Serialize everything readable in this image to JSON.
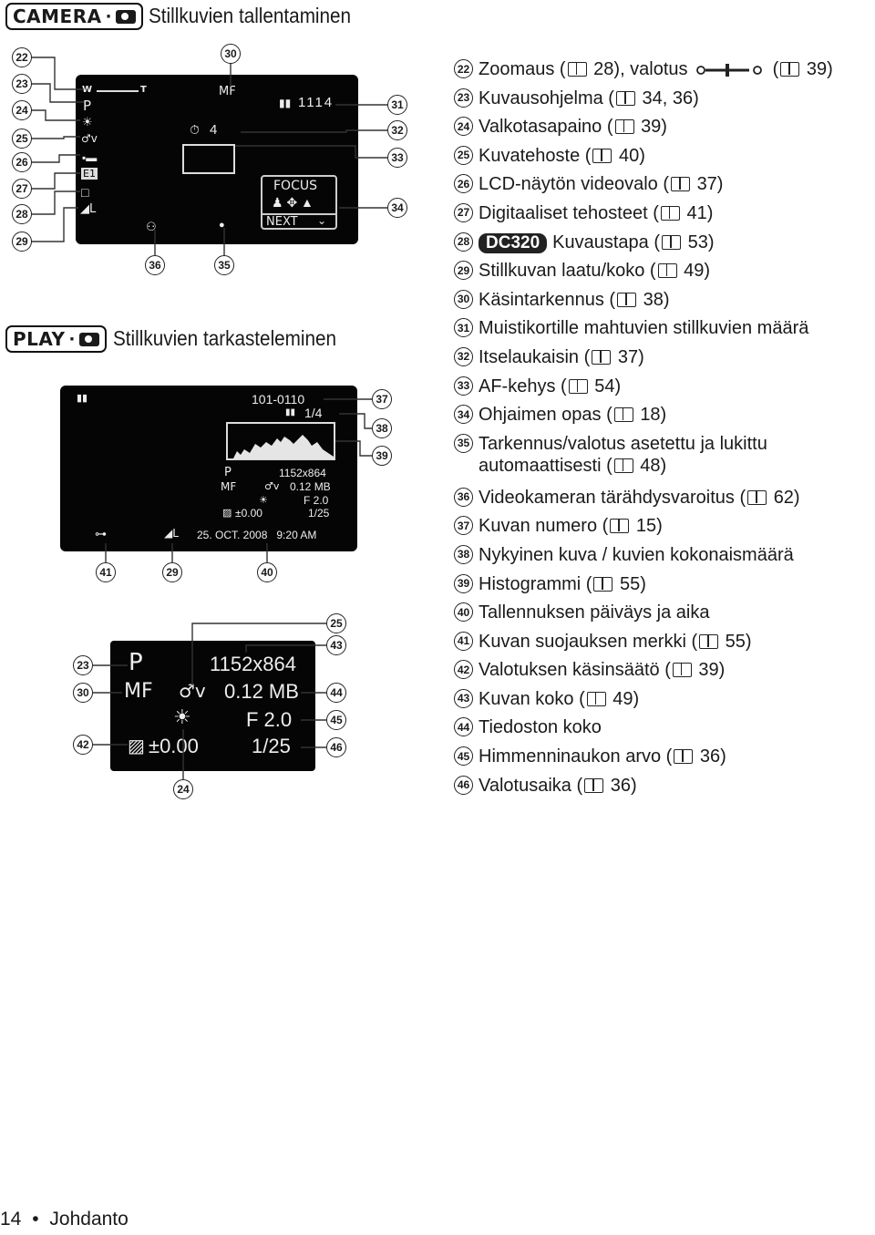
{
  "section1": {
    "mode_label": "CAMERA",
    "title": "Stillkuvien tallentaminen"
  },
  "section2": {
    "mode_label": "PLAY",
    "title": "Stillkuvien tarkasteleminen"
  },
  "screen1": {
    "wd_label": "W",
    "t_label": "T",
    "p_label": "P",
    "mf_label": "MF",
    "count": "1114",
    "timer": "4",
    "l_label": "L",
    "focus_text": "FOCUS",
    "next_text": "NEXT"
  },
  "screen2": {
    "file_number": "101-0110",
    "image_counter": "1/4",
    "p_label": "P",
    "mf_label": "MF",
    "size": "1152x864",
    "filesize": "0.12 MB",
    "fnum": "F 2.0",
    "shutter": "1/25",
    "exposure": "±0.00",
    "l_label": "L",
    "datetime": "25. OCT. 2008   9:20 AM"
  },
  "screen3": {
    "p_label": "P",
    "mf_label": "MF",
    "size": "1152x864",
    "filesize": "0.12 MB",
    "fnum": "F 2.0",
    "shutter": "1/25",
    "exposure": "±0.00"
  },
  "callouts": {
    "n22": "22",
    "n23": "23",
    "n24": "24",
    "n25": "25",
    "n26": "26",
    "n27": "27",
    "n28": "28",
    "n29": "29",
    "n30": "30",
    "n31": "31",
    "n32": "32",
    "n33": "33",
    "n34": "34",
    "n35": "35",
    "n36": "36",
    "n37": "37",
    "n38": "38",
    "n39": "39",
    "n40": "40",
    "n41": "41",
    "n42": "42",
    "n43": "43",
    "n44": "44",
    "n45": "45",
    "n46": "46"
  },
  "legend": [
    {
      "num": "22",
      "pre": "Zoomaus (",
      "ref1": "28), valotus",
      "ref2": "39)",
      "type": "zoom"
    },
    {
      "num": "23",
      "pre": "Kuvausohjelma (",
      "ref": "34, 36)"
    },
    {
      "num": "24",
      "pre": "Valkotasapaino (",
      "ref": "39)"
    },
    {
      "num": "25",
      "pre": "Kuvatehoste (",
      "ref": "40)"
    },
    {
      "num": "26",
      "pre": "LCD-näytön videovalo (",
      "ref": "37)"
    },
    {
      "num": "27",
      "pre": "Digitaaliset tehosteet (",
      "ref": "41)"
    },
    {
      "num": "28",
      "badge": "DC320",
      "pre": "Kuvaustapa (",
      "ref": "53)"
    },
    {
      "num": "29",
      "pre": "Stillkuvan laatu/koko (",
      "ref": "49)"
    },
    {
      "num": "30",
      "pre": "Käsintarkennus (",
      "ref": "38)"
    },
    {
      "num": "31",
      "pre": "Muistikortille mahtuvien stillkuvien määrä"
    },
    {
      "num": "32",
      "pre": "Itselaukaisin (",
      "ref": "37)"
    },
    {
      "num": "33",
      "pre": "AF-kehys (",
      "ref": "54)"
    },
    {
      "num": "34",
      "pre": "Ohjaimen opas (",
      "ref": "18)"
    },
    {
      "num": "35",
      "pre": "Tarkennus/valotus asetettu ja lukittu",
      "line2_pre": "automaattisesti (",
      "ref": "48)",
      "type": "two"
    },
    {
      "num": "36",
      "pre": "Videokameran tärähdysvaroitus (",
      "ref": "62)"
    },
    {
      "num": "37",
      "pre": "Kuvan numero (",
      "ref": "15)"
    },
    {
      "num": "38",
      "pre": "Nykyinen kuva / kuvien kokonaismäärä"
    },
    {
      "num": "39",
      "pre": "Histogrammi (",
      "ref": "55)"
    },
    {
      "num": "40",
      "pre": "Tallennuksen päiväys ja aika"
    },
    {
      "num": "41",
      "pre": "Kuvan suojauksen merkki (",
      "ref": "55)"
    },
    {
      "num": "42",
      "pre": "Valotuksen käsinsäätö (",
      "ref": "39)"
    },
    {
      "num": "43",
      "pre": "Kuvan koko (",
      "ref": "49)"
    },
    {
      "num": "44",
      "pre": "Tiedoston koko"
    },
    {
      "num": "45",
      "pre": "Himmenninaukon arvo (",
      "ref": "36)"
    },
    {
      "num": "46",
      "pre": "Valotusaika (",
      "ref": "36)"
    }
  ],
  "footer": {
    "page": "14",
    "bullet": "•",
    "section": "Johdanto"
  }
}
